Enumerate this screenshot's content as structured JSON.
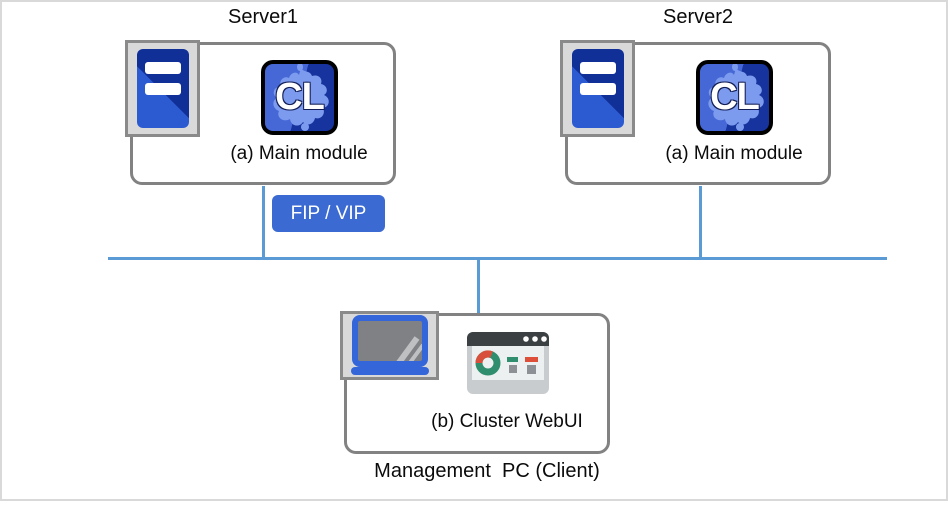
{
  "diagram": {
    "servers": [
      {
        "title": "Server1",
        "module_label": "(a) Main module",
        "app_icon_text": "CL"
      },
      {
        "title": "Server2",
        "module_label": "(a) Main module",
        "app_icon_text": "CL"
      }
    ],
    "network_badge": "FIP / VIP",
    "management": {
      "module_label": "(b) Cluster WebUI",
      "caption": "Management  PC (Client)"
    },
    "icons": {
      "server_rack": "server-rack-icon",
      "cluster_app": "cluster-app-icon",
      "laptop": "laptop-icon",
      "webui_browser": "browser-window-icon"
    },
    "colors": {
      "network_line": "#5b9bd5",
      "box_border": "#828282",
      "badge_bg": "#3a6ad2",
      "app_blue_light": "#4668d6",
      "app_blue_dark": "#16339e",
      "donut_green": "#2e8e6e",
      "donut_red": "#d8503c"
    }
  }
}
